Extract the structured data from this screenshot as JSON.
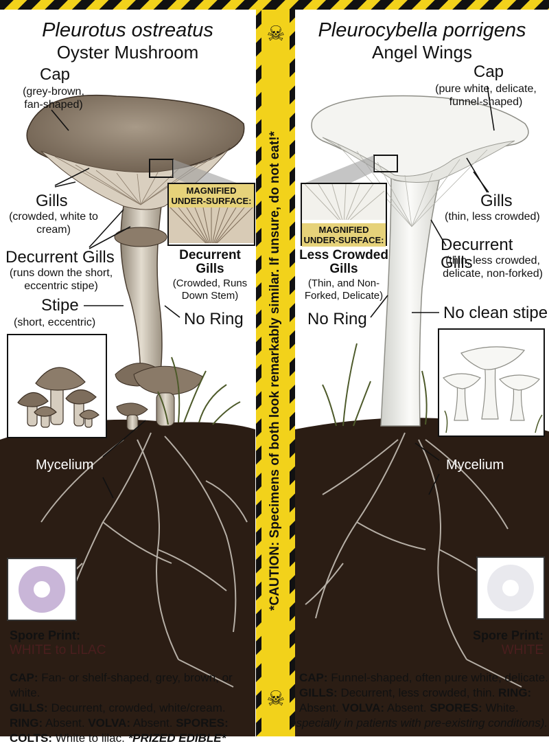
{
  "left": {
    "scientific_name": "Pleurotus ostreatus",
    "common_name": "Oyster Mushroom",
    "cap_label": "Cap",
    "cap_note": "(grey-brown, fan-shaped)",
    "gills_label": "Gills",
    "gills_note": "(crowded, white to cream)",
    "decurrent_label": "Decurrent Gills",
    "decurrent_note": "(runs down the short, eccentric stipe)",
    "stipe_label": "Stipe",
    "stipe_note": "(short, eccentric)",
    "no_ring": "No Ring",
    "magnified_header": "MAGNIFIED UNDER-SURFACE:",
    "magnified_title": "Decurrent Gills",
    "magnified_note": "(Crowded, Runs Down Stem)",
    "mycelium": "Mycelium",
    "spore_label": "Spore Print:",
    "spore_value": "WHITE to LILAC",
    "summary": [
      {
        "k": "CAP:",
        "v": " Fan- or shelf-shaped, grey, brown, or white."
      },
      {
        "k": "GILLS:",
        "v": " Decurrent, crowded, white/cream."
      },
      {
        "k": "RING:",
        "v": " Absent. ",
        "k2": "VOLVA:",
        "v2": " Absent. ",
        "k3": "SPORES:",
        "v3": ""
      },
      {
        "k": "COLTS:",
        "v": " White to lilac. ",
        "k2": "*PRIZED EDIBLE*",
        "v2": ""
      }
    ]
  },
  "right": {
    "scientific_name": "Pleurocybella porrigens",
    "common_name": "Angel Wings",
    "cap_label": "Cap",
    "cap_note": "(pure white, delicate, funnel-shaped)",
    "gills_label": "Gills",
    "gills_note": "(thin, less crowded)",
    "decurrent_label": "Decurrent Gills",
    "decurrent_note": "(thin, less crowded, delicate, non-forked)",
    "no_ring": "No Ring",
    "no_stipe": "No clean stipe",
    "magnified_header": "MAGNIFIED UNDER-SURFACE:",
    "magnified_title": "Less Crowded Gills",
    "magnified_note": "(Thin, and Non-Forked, Delicate)",
    "mycelium": "Mycelium",
    "spore_label": "Spore Print:",
    "spore_value": "WHITE",
    "summary": [
      {
        "k": "CAP:",
        "v": " Funnel-shaped, often pure white, delicate."
      },
      {
        "k": "GILLS:",
        "v": " Decurrent, less crowded, thin. ",
        "k2": "RING:",
        "v2": ""
      },
      {
        "k": "",
        "v": "Absent. ",
        "k2": "VOLVA:",
        "v2": " Absent.  ",
        "k3": "SPORES:",
        "v3": " White."
      },
      {
        "k": "",
        "v": "especially in patients with pre-existing conditions)."
      }
    ]
  },
  "caution": "*CAUTION: Specimens of both look remarkably similar. If unsure, do not eat!*",
  "colors": {
    "hazard_yellow": "#f2d21b",
    "hazard_black": "#111111",
    "soil": "#2b1d14",
    "lilac": "#c9b6d8"
  },
  "icons": [
    "skull-crossbones-icon",
    "skull-crossbones-icon"
  ]
}
